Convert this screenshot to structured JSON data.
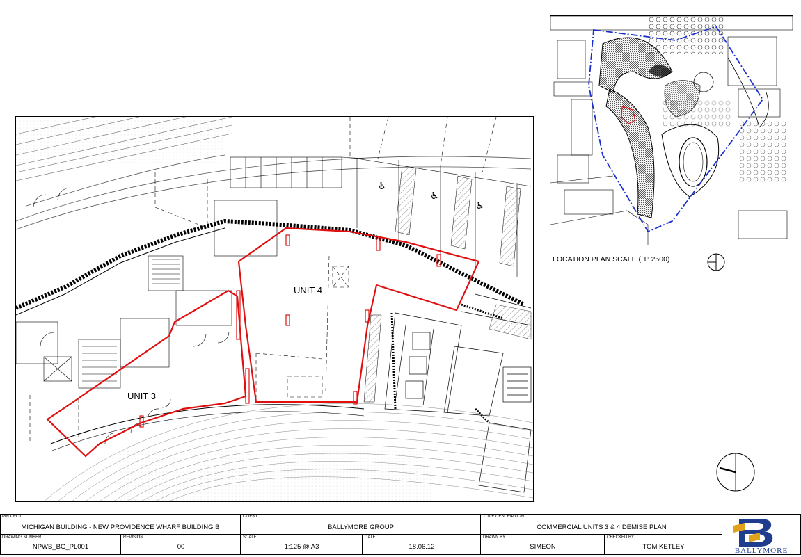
{
  "plan": {
    "unit3_label": "UNIT 3",
    "unit4_label": "UNIT 4"
  },
  "location_plan": {
    "caption": "LOCATION PLAN  SCALE  ( 1: 2500)"
  },
  "title_block": {
    "project_label": "PROJECT",
    "project_value": "MICHIGAN BUILDING - NEW PROVIDENCE WHARF BUILDING B",
    "client_label": "CLIENT",
    "client_value": "BALLYMORE GROUP",
    "title_label": "TITLE DESCRIPTION",
    "title_value": "COMMERCIAL UNITS 3  & 4  DEMISE PLAN",
    "drawing_number_label": "DRAWING NUMBER",
    "drawing_number_value": "NPWB_BG_PL001",
    "revision_label": "REVISION",
    "revision_value": "00",
    "scale_label": "SCALE",
    "scale_value": "1:125 @ A3",
    "date_label": "DATE",
    "date_value": "18.06.12",
    "drawn_by_label": "DRAWN BY",
    "drawn_by_value": "SIMEON",
    "checked_by_label": "CHECKED BY",
    "checked_by_value": "TOM KETLEY"
  },
  "logo": {
    "text": "BALLYMORE",
    "colors": {
      "blue": "#1f3d8f",
      "gold": "#e0a21b"
    }
  },
  "colors": {
    "demise_line": "#e01010",
    "site_boundary": "#1a2fd0",
    "linework": "#000000"
  }
}
